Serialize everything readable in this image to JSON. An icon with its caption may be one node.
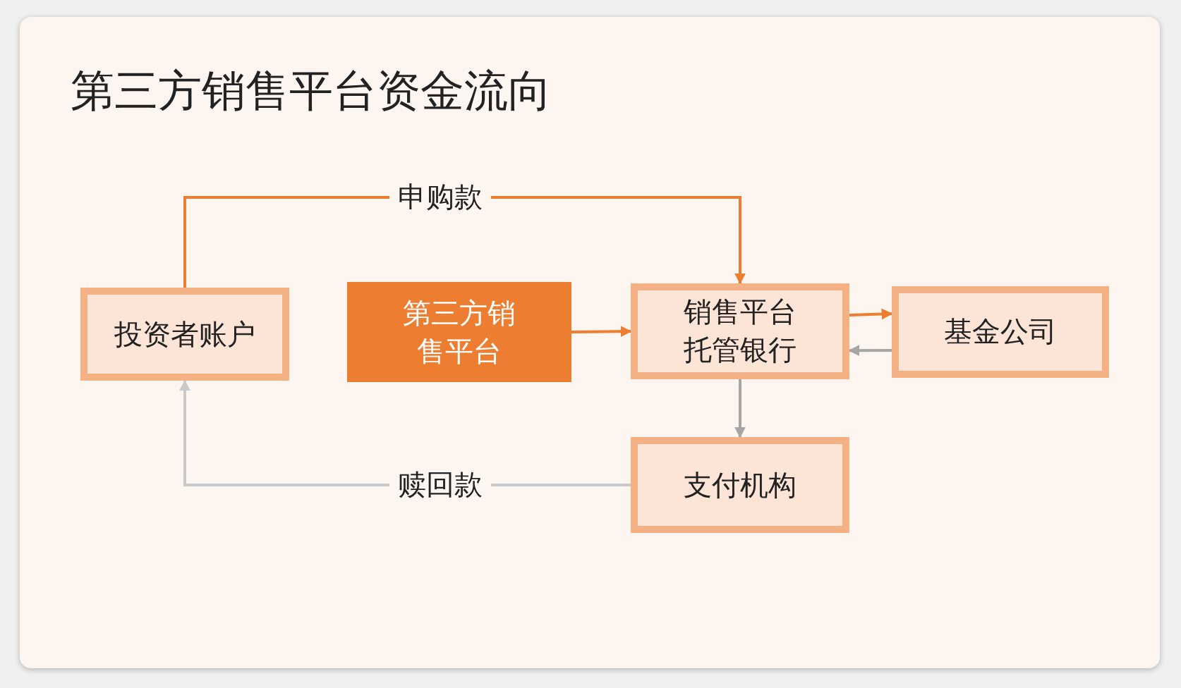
{
  "diagram": {
    "title": "第三方销售平台资金流向",
    "nodes": [
      {
        "text": [
          "投资者账户"
        ]
      },
      {
        "text": [
          "第三方销售平台"
        ]
      },
      {
        "text": [
          "销售平台托管银行"
        ]
      },
      {
        "text": [
          "基金公司"
        ]
      },
      {
        "text": [
          "支付机构"
        ]
      }
    ],
    "edges": [
      {
        "from": 0,
        "to": 2,
        "arrow": "to",
        "label": "申购款",
        "color": "#ed7d31"
      },
      {
        "from": 1,
        "to": 2,
        "arrow": "to",
        "color": "#ed7d31"
      },
      {
        "from": 2,
        "to": 3,
        "arrow": "to",
        "color": "#ed7d31"
      },
      {
        "from": 3,
        "to": 2,
        "arrow": "to",
        "color": "#a6a6a6"
      },
      {
        "from": 2,
        "to": 4,
        "arrow": "to",
        "color": "#a6a6a6"
      },
      {
        "from": 4,
        "to": 0,
        "arrow": "to",
        "label": "赎回款",
        "color": "#c9c9c9"
      }
    ]
  }
}
